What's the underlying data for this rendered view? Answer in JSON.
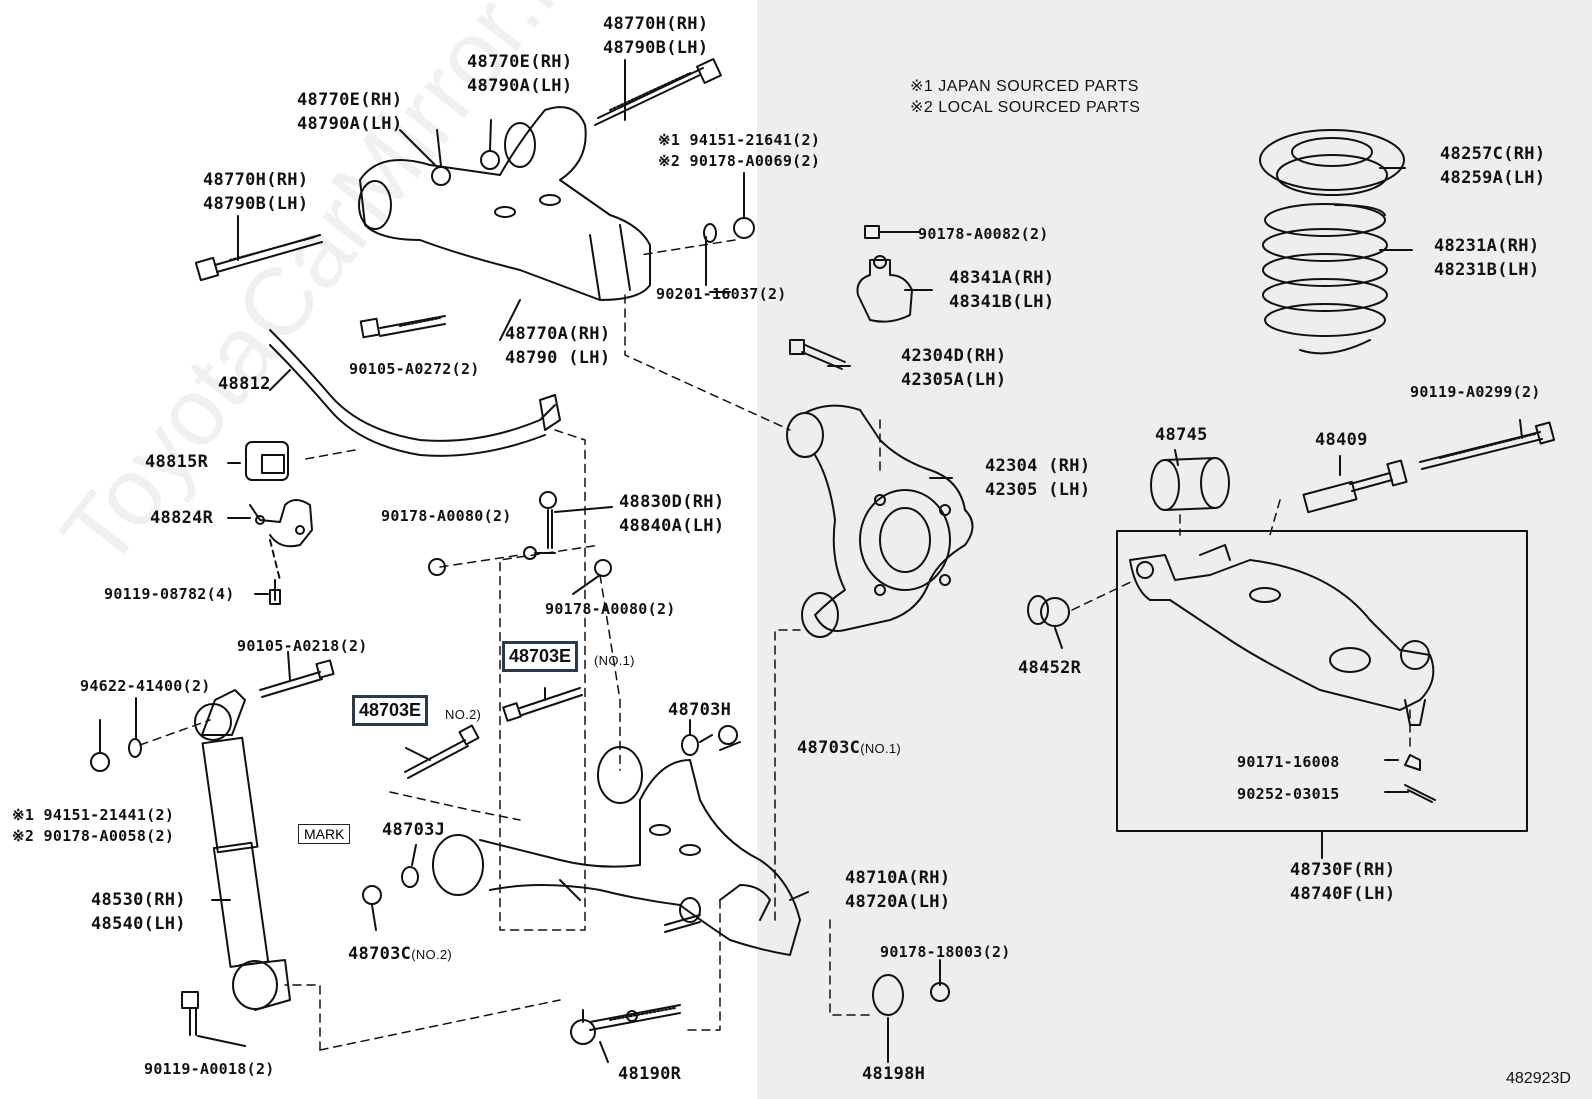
{
  "notes": {
    "japan": "※1 JAPAN SOURCED PARTS",
    "local": "※2 LOCAL SOURCED PARTS"
  },
  "watermark": "ToyotaCarMirror.ru",
  "figure_number": "482923D",
  "mark_tag": "MARK",
  "labels": {
    "p48770H_top": "48770H(RH)\n48790B(LH)",
    "p48770E_mid": "48770E(RH)\n48790A(LH)",
    "p48770E_left": "48770E(RH)\n48790A(LH)",
    "p48770H_left": "48770H(RH)\n48790B(LH)",
    "p94151_top": "※1 94151-21641(2)\n※2 90178-A0069(2)",
    "p90201": "90201-16037(2)",
    "p48770A": "48770A(RH)\n48790 (LH)",
    "p90105_a0272": "90105-A0272(2)",
    "p48812": "48812",
    "p48815R": "48815R",
    "p48824R": "48824R",
    "p90119_08782": "90119-08782(4)",
    "p90178_a0080_a": "90178-A0080(2)",
    "p48830D": "48830D(RH)\n48840A(LH)",
    "p90178_a0080_b": "90178-A0080(2)",
    "p90105_a0218": "90105-A0218(2)",
    "p94622": "94622-41400(2)",
    "p94151_left": "※1 94151-21441(2)\n※2 90178-A0058(2)",
    "p48530": "48530(RH)\n48540(LH)",
    "p90119_a0018": "90119-A0018(2)",
    "p48703H": "48703H",
    "p48703C_no1": "48703C",
    "p48703C_no1_sub": "(NO.1)",
    "p48703J": "48703J",
    "p48703C_no2": "48703C",
    "p48703C_no2_sub": "(NO.2)",
    "p48710A": "48710A(RH)\n48720A(LH)",
    "p90178_18003": "90178-18003(2)",
    "p48198H": "48198H",
    "p48190R": "48190R",
    "p90178_a0082": "90178-A0082(2)",
    "p48341A": "48341A(RH)\n48341B(LH)",
    "p42304D": "42304D(RH)\n42305A(LH)",
    "p42304": "42304 (RH)\n42305 (LH)",
    "p48257C": "48257C(RH)\n48259A(LH)",
    "p48231A": "48231A(RH)\n48231B(LH)",
    "p90119_a0299": "90119-A0299(2)",
    "p48745": "48745",
    "p48409": "48409",
    "p48452R": "48452R",
    "p90171": "90171-16008",
    "p90252": "90252-03015",
    "p48730F": "48730F(RH)\n48740F(LH)"
  },
  "highlighted": {
    "no1_code": "48703E",
    "no1_sub": "(NO.1)",
    "no2_code": "48703E",
    "no2_sub": "NO.2)"
  }
}
